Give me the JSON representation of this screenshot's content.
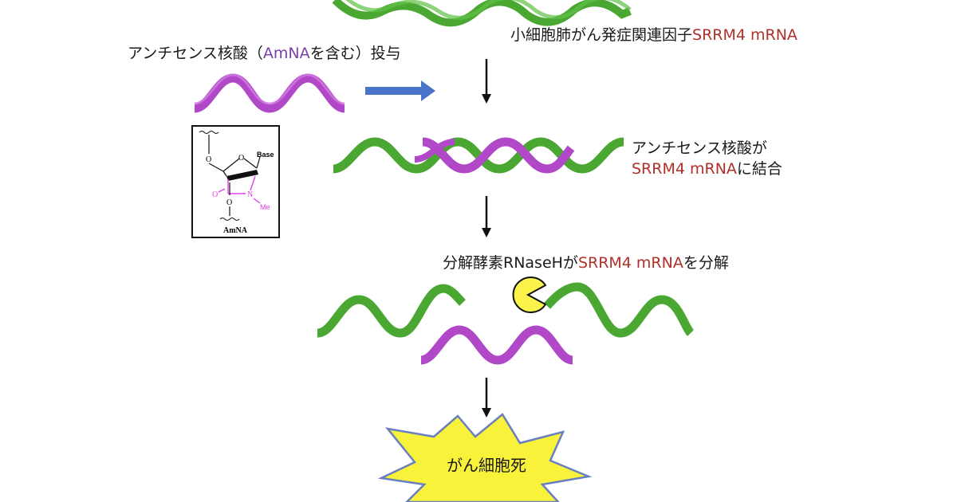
{
  "top_label": {
    "prefix": "小細胞肺がん発症関連因子",
    "highlight": "SRRM4 mRNA"
  },
  "dose_label": {
    "prefix": "アンチセンス核酸（",
    "highlight": "AmNA",
    "suffix": "を含む）投与"
  },
  "binding_label": {
    "line1": "アンチセンス核酸が",
    "line2_highlight": "SRRM4 mRNA",
    "line2_suffix": "に結合"
  },
  "cleavage_label": {
    "prefix": "分解酵素RNaseHが",
    "highlight": "SRRM4 mRNA",
    "suffix": "を分解"
  },
  "structure": {
    "name": "AmNA",
    "base": "Base",
    "ring_o": "O",
    "o_top": "O",
    "o_bottom": "O",
    "carbonyl_o": "O",
    "n_atom": "N",
    "methyl": "Me"
  },
  "outcome": {
    "text": "がん細胞死"
  },
  "colors": {
    "mrna_green": "#4aa832",
    "antisense_purple": "#b048c8",
    "arrow_blue": "#4a74c9",
    "highlight_red": "#b0302a",
    "highlight_purple": "#7b3fa8",
    "burst_yellow": "#f8f23a",
    "burst_outline": "#6a7fbf",
    "pacman_yellow": "#fbf24a",
    "amna_magenta": "#e040e8"
  }
}
